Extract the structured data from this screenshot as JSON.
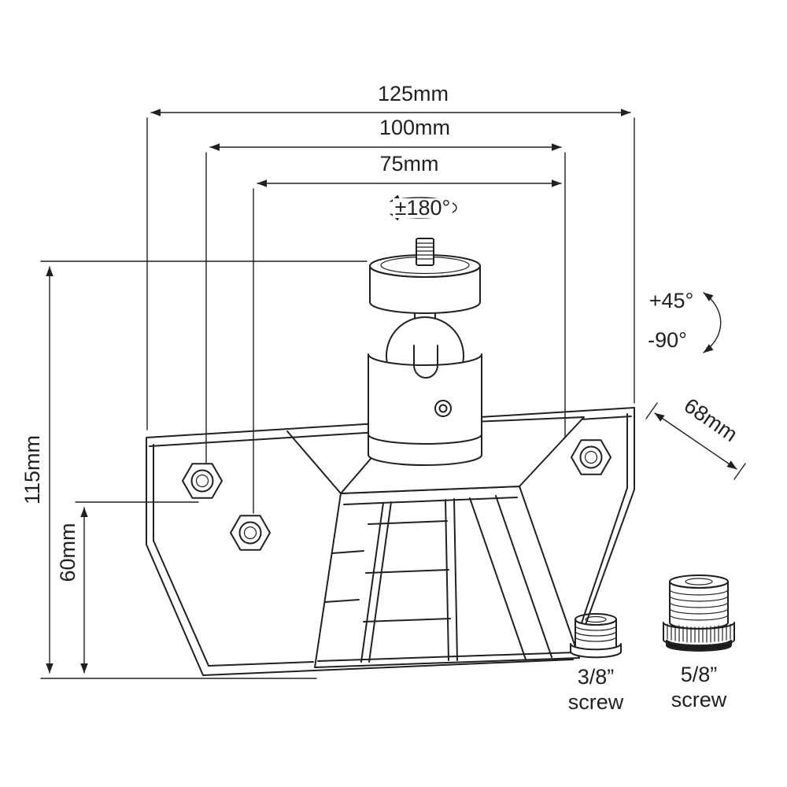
{
  "colors": {
    "line": "#231f20",
    "background": "#ffffff"
  },
  "dimensions": {
    "width_outer": "125mm",
    "width_middle": "100mm",
    "width_inner": "75mm",
    "height_total": "115mm",
    "height_lower": "60mm",
    "depth": "68mm"
  },
  "rotation": {
    "swivel": "±180°",
    "tilt_up": "+45°",
    "tilt_down": "-90°"
  },
  "adapters": {
    "small": {
      "size": "3/8”",
      "label": "screw"
    },
    "large": {
      "size": "5/8”",
      "label": "screw"
    }
  }
}
